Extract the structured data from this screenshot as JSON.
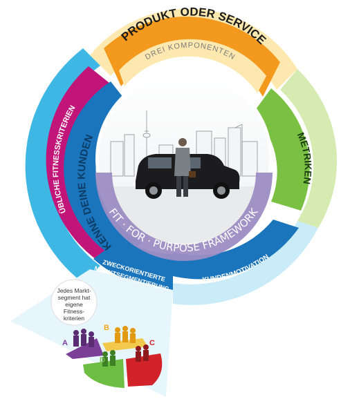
{
  "top": {
    "title": "PRODUKT ODER SERVICE",
    "subtitle": "DREI KOMPONENTEN"
  },
  "right": {
    "label": "METRIKEN"
  },
  "left_outer": {
    "label": "ÜBLICHE FITNESSKRITERIEN"
  },
  "left_inner": {
    "label": "KENNE DEINE KUNDEN"
  },
  "center_arc": {
    "label": "FIT · FOR · PURPOSE FRAMEWORK"
  },
  "bottom_left": {
    "line1": "ZWECKORIENTIERTE",
    "line2": "MARKTSEGMENTIERUNG"
  },
  "bottom_right": {
    "label": "KUNDENMOTIVATION"
  },
  "callout": {
    "lines": [
      "Jedes Markt-",
      "segment hat",
      "eigene",
      "Fitness-",
      "kriterien"
    ]
  },
  "segments": [
    {
      "letter": "A",
      "color": "#7b3f98"
    },
    {
      "letter": "B",
      "color": "#f2a81d"
    },
    {
      "letter": "C",
      "color": "#d2232a"
    },
    {
      "letter": "D",
      "color": "#6fbe44"
    }
  ],
  "colors": {
    "orange": "#f39a1e",
    "yellow_light": "#fde9b0",
    "green": "#7ac143",
    "green_light": "#d6ebb1",
    "magenta": "#c1157a",
    "blue": "#1b75bc",
    "cyan": "#3fb7e4",
    "cyan_light": "#c9ecf8",
    "lavender": "#9c8dc3"
  }
}
